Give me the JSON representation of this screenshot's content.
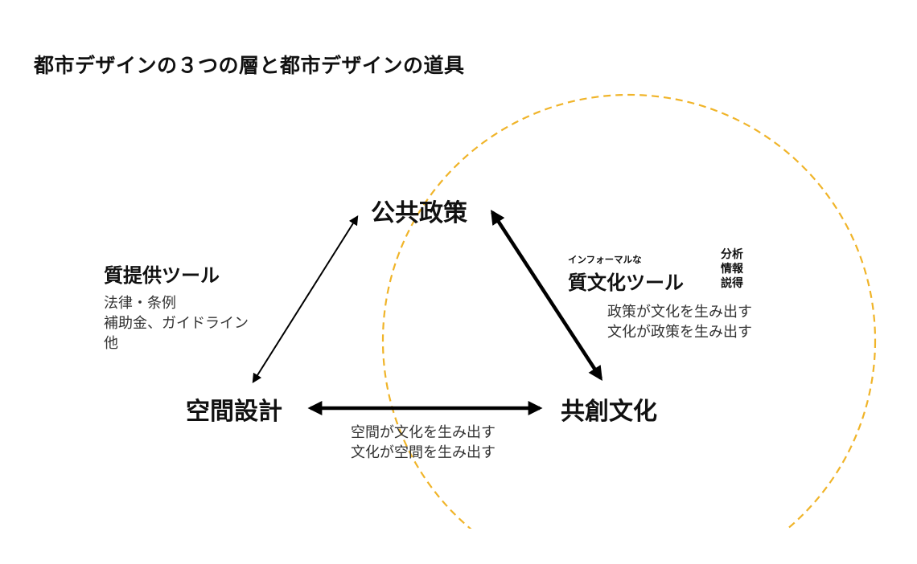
{
  "title": "都市デザインの３つの層と都市デザインの道具",
  "nodes": {
    "public_policy": "公共政策",
    "spatial_design": "空間設計",
    "co_creation_culture": "共創文化"
  },
  "quality_tools": {
    "title": "質提供ツール",
    "items": [
      "法律・条例",
      "補助金、ガイドライン",
      "他"
    ]
  },
  "informal_tools": {
    "prefix": "インフォーマルな",
    "title": "質文化ツール",
    "aside": [
      "分析",
      "情報",
      "説得"
    ],
    "notes": [
      "政策が文化を生み出す",
      "文化が政策を生み出す"
    ]
  },
  "bottom_notes": [
    "空間が文化を生み出す",
    "文化が空間を生み出す"
  ],
  "colors": {
    "circle": "#F0B429",
    "arrow": "#000000",
    "text": "#111111"
  }
}
